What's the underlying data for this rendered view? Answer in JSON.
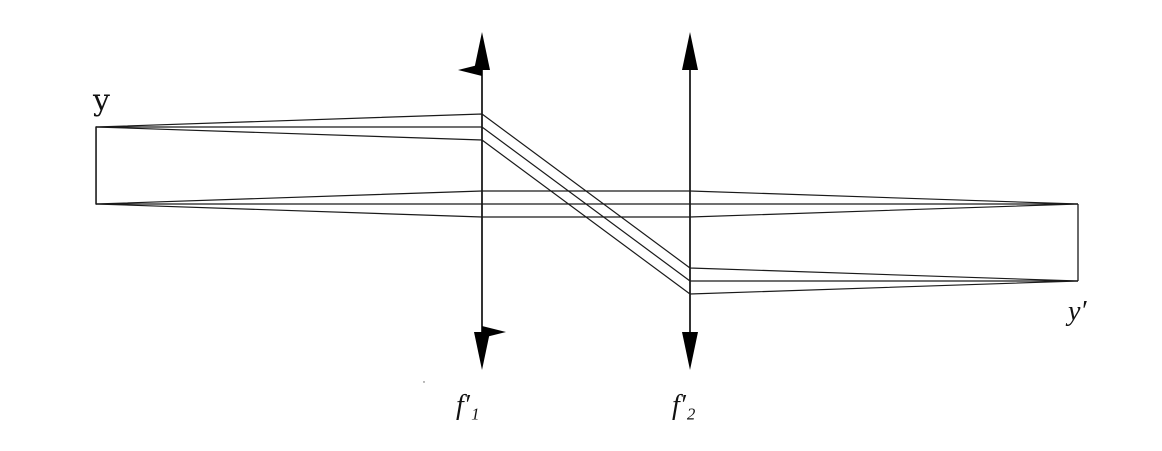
{
  "labels": {
    "object": "y",
    "image": "y′",
    "lens1": "f′₁",
    "lens2": "f′₂"
  }
}
